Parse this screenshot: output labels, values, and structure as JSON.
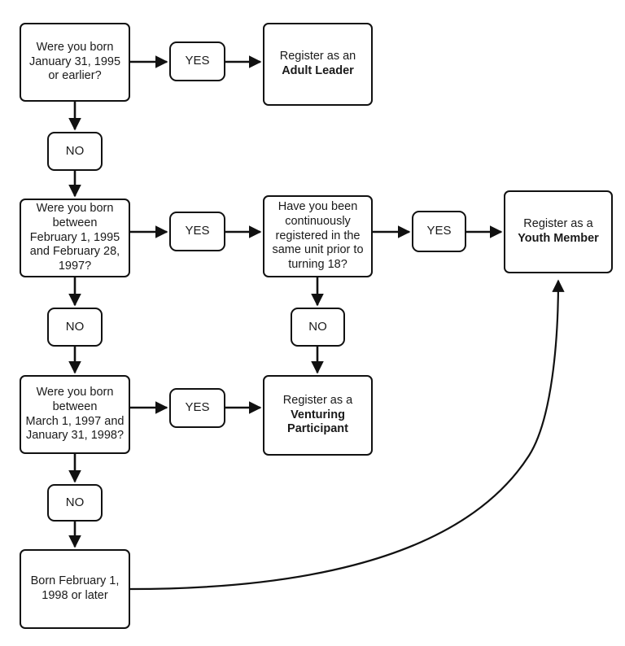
{
  "diagram": {
    "title": "Registration Eligibility Flowchart",
    "background_color": "#ffffff",
    "stroke_color": "#111111",
    "text_color": "#1a1a1a"
  },
  "nodes": {
    "q1": {
      "id": "q1",
      "type": "question",
      "text": "Were you born\nJanuary 31, 1995\nor earlier?"
    },
    "q1_yes": {
      "id": "q1-yes",
      "type": "decision",
      "text": "YES"
    },
    "q1_no": {
      "id": "q1-no",
      "type": "decision",
      "text": "NO"
    },
    "adult_leader": {
      "id": "adult-leader",
      "type": "terminal",
      "line1": "Register as an",
      "line2": "Adult Leader"
    },
    "q2": {
      "id": "q2",
      "type": "question",
      "text": "Were you born\nbetween\nFebruary 1, 1995\nand February 28,\n1997?"
    },
    "q2_yes": {
      "id": "q2-yes",
      "type": "decision",
      "text": "YES"
    },
    "q2_no": {
      "id": "q2-no",
      "type": "decision",
      "text": "NO"
    },
    "q3": {
      "id": "q3",
      "type": "question",
      "text": "Have you been\ncontinuously\nregistered in the\nsame unit prior to\nturning 18?"
    },
    "q3_yes": {
      "id": "q3-yes",
      "type": "decision",
      "text": "YES"
    },
    "q3_no": {
      "id": "q3-no",
      "type": "decision",
      "text": "NO"
    },
    "youth_member": {
      "id": "youth-member",
      "type": "terminal",
      "line1": "Register as a",
      "line2": "Youth Member"
    },
    "q4": {
      "id": "q4",
      "type": "question",
      "text": "Were you born\nbetween\nMarch 1, 1997 and\nJanuary 31, 1998?"
    },
    "q4_yes": {
      "id": "q4-yes",
      "type": "decision",
      "text": "YES"
    },
    "q4_no": {
      "id": "q4-no",
      "type": "decision",
      "text": "NO"
    },
    "venturing": {
      "id": "venturing-participant",
      "type": "terminal",
      "line1": "Register as a",
      "line2": "Venturing\nParticipant"
    },
    "born_later": {
      "id": "born-february-1-1998-or-later",
      "type": "question",
      "text": "Born February 1,\n1998 or later"
    }
  },
  "edges": [
    {
      "from": "q1",
      "to": "q1-yes",
      "style": "straight-arrow"
    },
    {
      "from": "q1-yes",
      "to": "adult-leader",
      "style": "straight-arrow"
    },
    {
      "from": "q1",
      "to": "q1-no",
      "style": "straight-arrow"
    },
    {
      "from": "q1-no",
      "to": "q2",
      "style": "straight-arrow"
    },
    {
      "from": "q2",
      "to": "q2-yes",
      "style": "straight-arrow"
    },
    {
      "from": "q2-yes",
      "to": "q3",
      "style": "straight-arrow"
    },
    {
      "from": "q2",
      "to": "q2-no",
      "style": "straight-arrow"
    },
    {
      "from": "q2-no",
      "to": "q4",
      "style": "straight-arrow"
    },
    {
      "from": "q3",
      "to": "q3-yes",
      "style": "straight-arrow"
    },
    {
      "from": "q3-yes",
      "to": "youth-member",
      "style": "straight-arrow"
    },
    {
      "from": "q3",
      "to": "q3-no",
      "style": "straight-arrow"
    },
    {
      "from": "q3-no",
      "to": "venturing-participant",
      "style": "straight-arrow"
    },
    {
      "from": "q4",
      "to": "q4-yes",
      "style": "straight-arrow"
    },
    {
      "from": "q4-yes",
      "to": "venturing-participant",
      "style": "straight-arrow"
    },
    {
      "from": "q4",
      "to": "q4-no",
      "style": "straight-arrow"
    },
    {
      "from": "q4-no",
      "to": "born-february-1-1998-or-later",
      "style": "straight-arrow"
    },
    {
      "from": "born-february-1-1998-or-later",
      "to": "youth-member",
      "style": "curved-arrow"
    }
  ]
}
